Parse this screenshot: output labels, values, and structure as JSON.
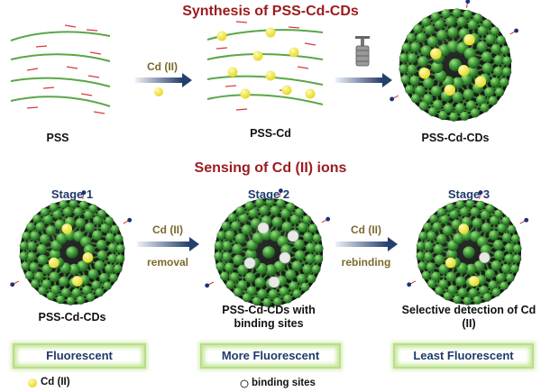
{
  "synthesis": {
    "title": "Synthesis of PSS-Cd-CDs",
    "step1_label": "PSS",
    "arrow1_label": "Cd (II)",
    "step2_label": "PSS-Cd",
    "step3_label": "PSS-Cd-CDs"
  },
  "sensing": {
    "title": "Sensing of Cd (II) ions",
    "stages": [
      {
        "stage": "Stage 1",
        "caption": "PSS-Cd-CDs",
        "status": "Fluorescent"
      },
      {
        "stage": "Stage 2",
        "caption": "PSS-Cd-CDs with binding sites",
        "status": "More Fluorescent"
      },
      {
        "stage": "Stage 3",
        "caption": "Selective detection of Cd (II)",
        "status": "Least Fluorescent"
      }
    ],
    "arrows": [
      {
        "top": "Cd (II)",
        "bottom": "removal"
      },
      {
        "top": "Cd (II)",
        "bottom": "rebinding"
      }
    ]
  },
  "legend": {
    "cd_label": "Cd (II)",
    "binding_label": "binding sites"
  },
  "colors": {
    "title_red": "#9b1b1e",
    "stage_blue": "#1f3a6b",
    "chain_green": "#5aa646",
    "cd_yellow": "#f5ee3a",
    "sphere_green": "#3f9a3a",
    "box_glow": "#b9dd8a"
  }
}
